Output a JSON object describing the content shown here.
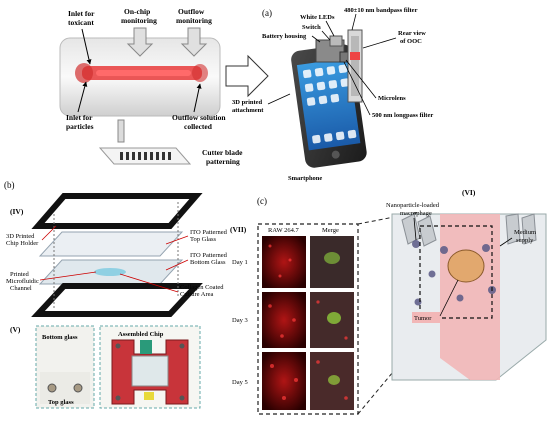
{
  "panel_a": {
    "label": "(a)",
    "chip_labels": {
      "inlet_toxicant": "Inlet for\ntoxicant",
      "on_chip": "On-chip\nmonitoring",
      "outflow_monitoring": "Outflow\nmonitoring",
      "inlet_particles": "Inlet for\nparticles",
      "outflow_collected": "Outflow solution\ncollected",
      "cutter": "Cutter blade\npatterning"
    },
    "phone_labels": {
      "white_leds": "White LEDs",
      "bandpass": "480±10 nm bandpass filter",
      "battery": "Battery housing",
      "switch": "Switch",
      "rear_view": "Rear view\nof OOC",
      "attachment": "3D printed\nattachment",
      "microlens": "Microlens",
      "longpass": "500 nm longpass filter",
      "smartphone": "Smartphone"
    }
  },
  "panel_b": {
    "label": "(b)",
    "sub_iv": "(IV)",
    "sub_v": "(V)",
    "labels": {
      "holder": "3D Printed\nChip Holder",
      "ito_top": "ITO Patterned\nTop Glass",
      "ito_bottom": "ITO Patterned\nBottom Glass",
      "microfluidic": "Printed\nMicrofluidic\nChannel",
      "collagen": "Collagen Coated\nCulture Area",
      "bottom_glass": "Bottom glass",
      "top_glass": "Top glass",
      "assembled": "Assembled Chip"
    }
  },
  "panel_c": {
    "label": "(c)",
    "sub_vii": "(VII)",
    "sub_vi": "(VI)",
    "col_headers": [
      "RAW 264.7",
      "Merge"
    ],
    "rows": [
      "Day 1",
      "Day 3",
      "Day 5"
    ],
    "labels": {
      "macrophage": "Nanoparticle-loaded\nmacrophage",
      "medium": "Medium\nsupply",
      "tumor": "Tumor"
    }
  },
  "colors": {
    "chip_red": "#e83a3a",
    "holder_red": "#c8343a",
    "tumor_pink": "#f2b7b7",
    "fluor_red": "#c41a1a",
    "dark": "#1a1a1a"
  }
}
